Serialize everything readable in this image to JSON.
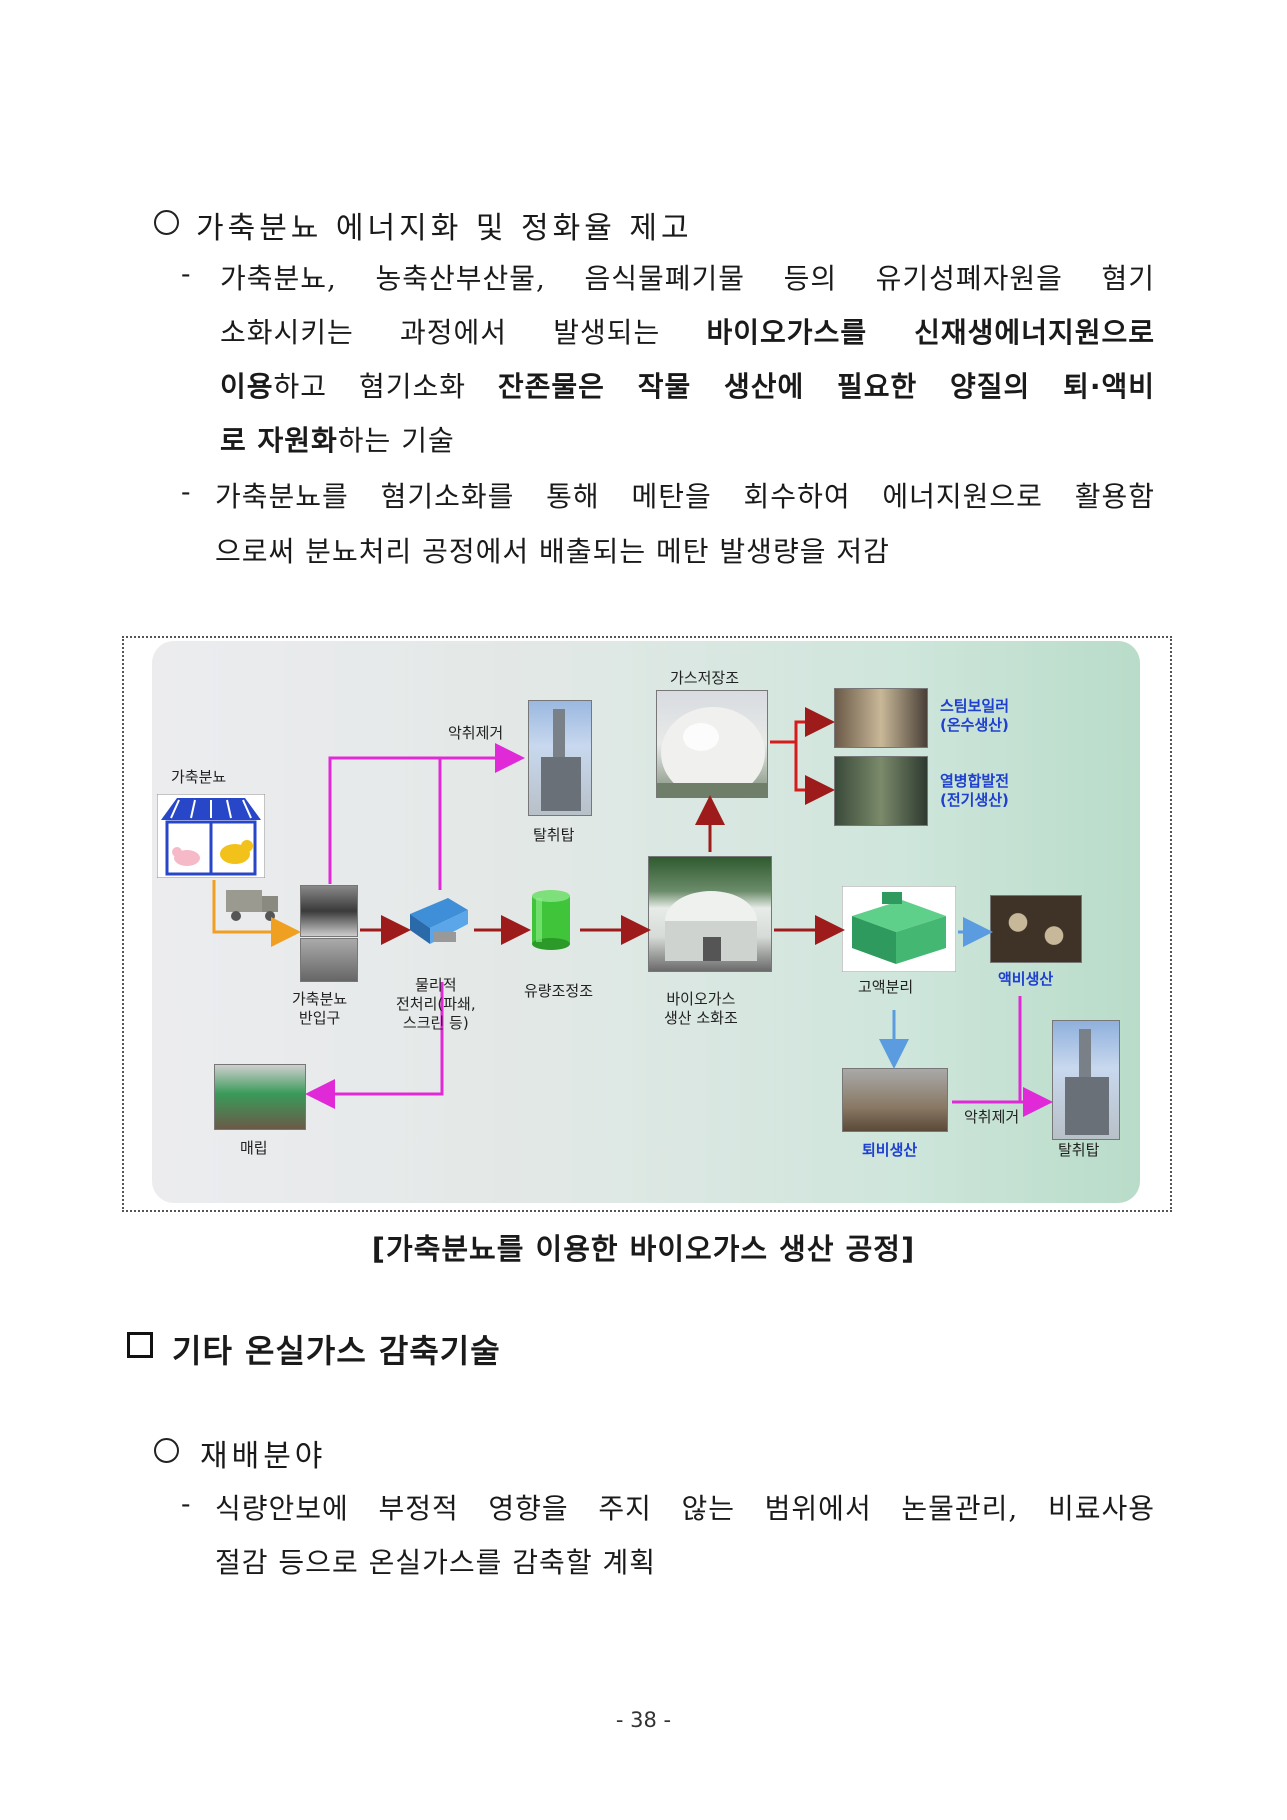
{
  "section1": {
    "heading": "가축분뇨 에너지화 및 정화율 제고",
    "bullet1": {
      "dash": "-",
      "line1": "가축분뇨, 농축산부산물, 음식물폐기물 등의 유기성폐자원을 혐기",
      "line2_a": "소화시키는 과정에서 발생되는 ",
      "line2_b": "바이오가스를 신재생에너지원으로",
      "line3_a": "이용",
      "line3_b": "하고 혐기소화 ",
      "line3_c": "잔존물은 작물 생산에 필요한 양질의 퇴·액비",
      "line4_a": "로 자원화",
      "line4_b": "하는 기술"
    },
    "bullet2": {
      "dash": "-",
      "line1": "가축분뇨를 혐기소화를 통해 메탄을 회수하여 에너지원으로 활용함",
      "line2": "으로써 분뇨처리 공정에서 배출되는 메탄 발생량을 저감"
    }
  },
  "figure": {
    "caption": "[가축분뇨를 이용한 바이오가스 생산 공정]",
    "labels": {
      "livestock_manure": "가축분뇨",
      "odor_removal_top": "악취제거",
      "deodorizing_tower_top": "탈취탑",
      "gas_storage": "가스저장조",
      "steam_boiler_1": "스팀보일러",
      "steam_boiler_2": "(온수생산)",
      "chp_1": "열병합발전",
      "chp_2": "(전기생산)",
      "inlet_1": "가축분뇨",
      "inlet_2": "반입구",
      "pretreat_1": "물리적",
      "pretreat_2": "전처리(파쇄,",
      "pretreat_3": "스크린 등)",
      "flow_tank": "유량조정조",
      "digester_1": "바이오가스",
      "digester_2": "생산 소화조",
      "separation": "고액분리",
      "liquid_fert": "액비생산",
      "landfill": "매립",
      "compost": "퇴비생산",
      "odor_removal_bottom": "악취제거",
      "deodorizing_tower_bottom": "탈취탑"
    },
    "colors": {
      "process_arrow": "#9e1b1b",
      "odor_arrow": "#e02ad8",
      "feed_arrow": "#f0a020",
      "solid_arrow": "#5b9be0"
    }
  },
  "section2": {
    "title": "기타 온실가스 감축기술",
    "subheading": "재배분야",
    "bullet1": {
      "dash": "-",
      "line1": "식량안보에 부정적 영향을 주지 않는 범위에서 논물관리, 비료사용",
      "line2": "절감 등으로 온실가스를 감축할 계획"
    }
  },
  "page_number": "- 38 -"
}
